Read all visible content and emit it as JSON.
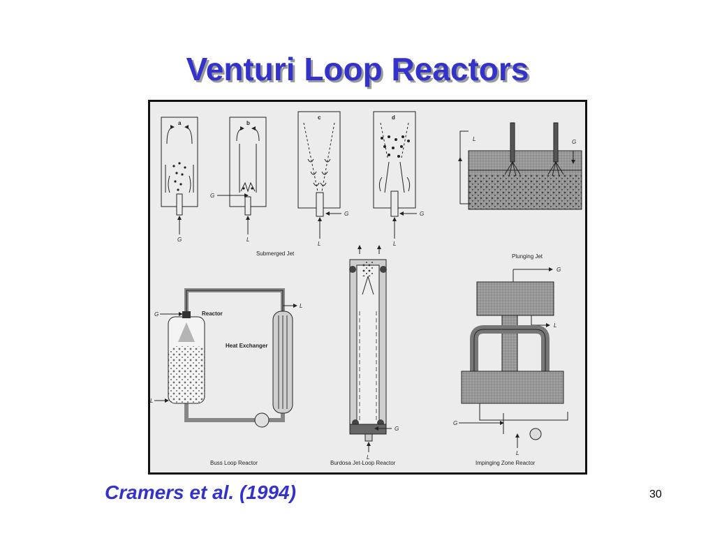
{
  "slide": {
    "title": "Venturi Loop Reactors",
    "citation": "Cramers et al. (1994)",
    "page_number": "30"
  },
  "figure": {
    "panel_letters": [
      "a",
      "b",
      "c",
      "d"
    ],
    "captions": {
      "submerged_jet": "Submerged Jet",
      "plunging_jet": "Plunging Jet",
      "buss_loop": "Buss Loop Reactor",
      "burdosa": "Burdosa Jet-Loop Reactor",
      "impinging": "Impinging Zone Reactor"
    },
    "labels": {
      "reactor": "Reactor",
      "heat_exchanger": "Heat Exchanger",
      "gas": "G",
      "liquid": "L"
    }
  },
  "colors": {
    "title": "#3333cc",
    "title_shadow": "#9a9a9a",
    "figure_background": "#ececec",
    "ink": "#222222"
  }
}
